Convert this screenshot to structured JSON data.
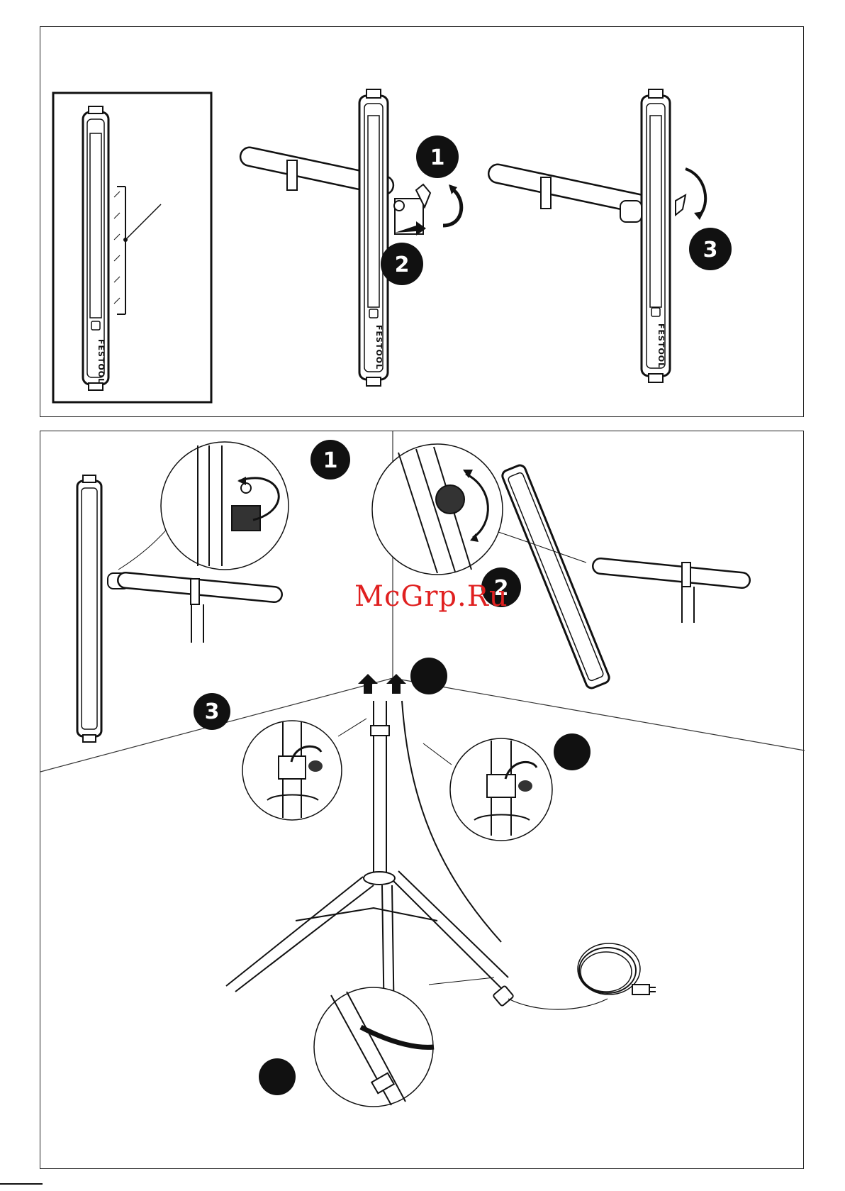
{
  "figure": {
    "top_panel": {
      "brand_label": "FESTOOL",
      "steps": [
        "1",
        "2",
        "3"
      ]
    },
    "bottom_panel": {
      "steps_left": [
        "1"
      ],
      "steps_right": [
        "2"
      ],
      "steps_tripod": [
        "3"
      ]
    }
  },
  "watermark": "McGrp.Ru"
}
